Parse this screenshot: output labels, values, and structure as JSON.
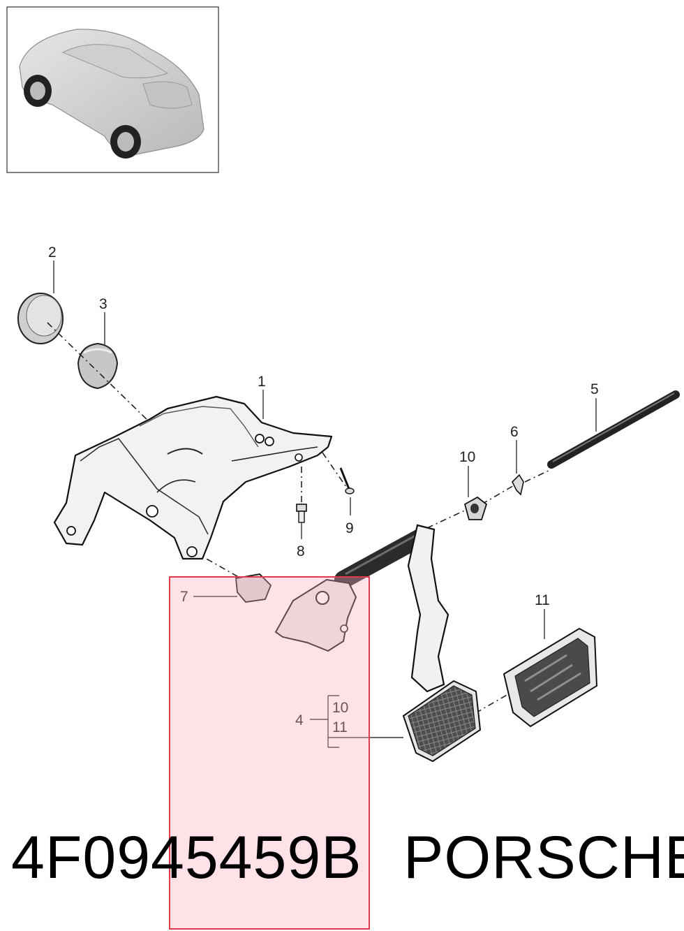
{
  "callouts": {
    "c1": "1",
    "c2": "2",
    "c3": "3",
    "c4": "4",
    "c5": "5",
    "c6": "6",
    "c7": "7",
    "c8": "8",
    "c9": "9",
    "c10": "10",
    "c11": "11",
    "group_a": "10",
    "group_b": "11"
  },
  "footer": {
    "part_number": "4F0945459B",
    "brand": "PORSCHE"
  },
  "colors": {
    "highlight_fill": "#ffd6df",
    "highlight_border": "#e23a4a",
    "part_gray": "#d4d4d4",
    "rod_dark": "#2b2b2b",
    "pad_dark": "#4a4a4a"
  }
}
